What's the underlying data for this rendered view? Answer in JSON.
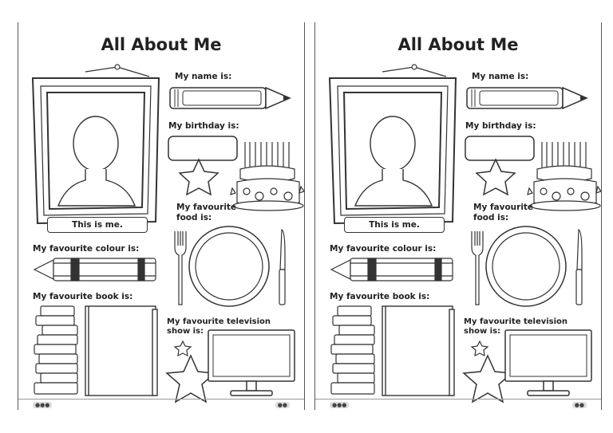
{
  "worksheet": {
    "title": "All About Me",
    "name_label": "My name is:",
    "birthday_label": "My birthday is:",
    "photo_caption": "This is me.",
    "food_label_line1": "My favourite",
    "food_label_line2": "food is:",
    "colour_label": "My favourite colour is:",
    "book_label": "My favourite book is:",
    "tv_label_line1": "My favourite television",
    "tv_label_line2": "show is:"
  },
  "icons": [
    "picture-frame-icon",
    "person-silhouette-icon",
    "pencil-icon",
    "birthday-cake-icon",
    "star-icon",
    "plate-icon",
    "fork-icon",
    "knife-icon",
    "crayon-icon",
    "book-stack-icon",
    "book-icon",
    "television-icon",
    "logo-icon"
  ],
  "colors": {
    "line": "#333333",
    "paper": "#ffffff",
    "frame": "#444444"
  }
}
